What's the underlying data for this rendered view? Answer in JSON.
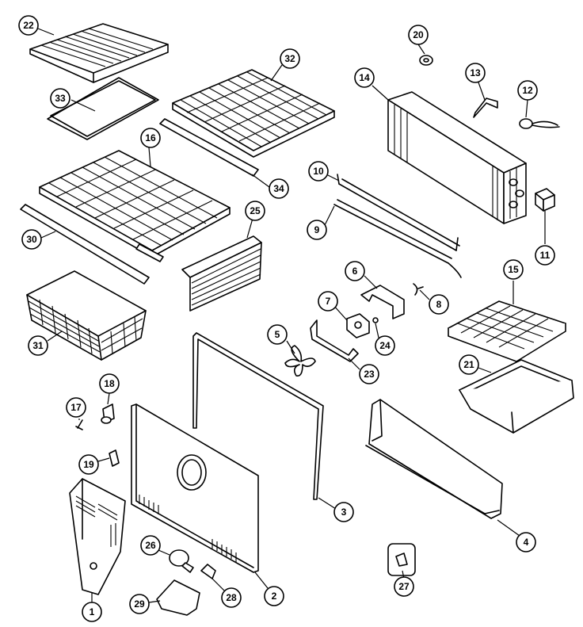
{
  "diagram": {
    "callouts": [
      {
        "id": "c1",
        "label": "1"
      },
      {
        "id": "c2",
        "label": "2"
      },
      {
        "id": "c3",
        "label": "3"
      },
      {
        "id": "c4",
        "label": "4"
      },
      {
        "id": "c5",
        "label": "5"
      },
      {
        "id": "c6",
        "label": "6"
      },
      {
        "id": "c7",
        "label": "7"
      },
      {
        "id": "c8",
        "label": "8"
      },
      {
        "id": "c9",
        "label": "9"
      },
      {
        "id": "c10",
        "label": "10"
      },
      {
        "id": "c11",
        "label": "11"
      },
      {
        "id": "c12",
        "label": "12"
      },
      {
        "id": "c13",
        "label": "13"
      },
      {
        "id": "c14",
        "label": "14"
      },
      {
        "id": "c15",
        "label": "15"
      },
      {
        "id": "c16",
        "label": "16"
      },
      {
        "id": "c17",
        "label": "17"
      },
      {
        "id": "c18",
        "label": "18"
      },
      {
        "id": "c19",
        "label": "19"
      },
      {
        "id": "c20a",
        "label": "20"
      },
      {
        "id": "c21",
        "label": "21"
      },
      {
        "id": "c22",
        "label": "22"
      },
      {
        "id": "c23",
        "label": "23"
      },
      {
        "id": "c24",
        "label": "24"
      },
      {
        "id": "c25",
        "label": "25"
      },
      {
        "id": "c26",
        "label": "26"
      },
      {
        "id": "c27",
        "label": "27"
      },
      {
        "id": "c28",
        "label": "28"
      },
      {
        "id": "c29",
        "label": "29"
      },
      {
        "id": "c30",
        "label": "30"
      },
      {
        "id": "c31",
        "label": "31"
      },
      {
        "id": "c32",
        "label": "32"
      },
      {
        "id": "c33",
        "label": "33"
      },
      {
        "id": "c34",
        "label": "34"
      }
    ]
  }
}
